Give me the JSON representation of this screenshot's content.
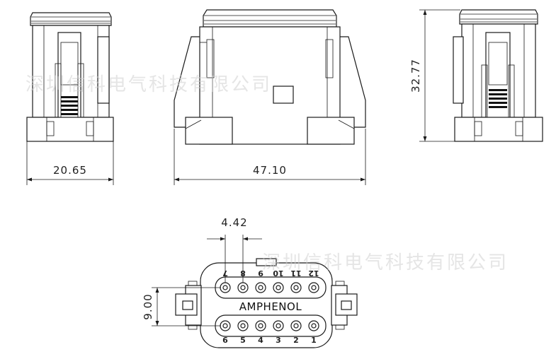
{
  "dimensions": {
    "left_view_width": "20.65",
    "front_view_width": "47.10",
    "right_view_height": "32.77",
    "pin_pitch": "4.42",
    "face_height": "9.00"
  },
  "face": {
    "brand": "AMPHENOL",
    "top_row_labels": [
      "7",
      "8",
      "9",
      "10",
      "11",
      "12"
    ],
    "bottom_row_labels": [
      "6",
      "5",
      "4",
      "3",
      "2",
      "1"
    ]
  },
  "watermarks": [
    "深圳信科电气科技有限公司",
    "深圳信科电气科技有限公司"
  ],
  "colors": {
    "line": "#1a1a1a",
    "watermark": "#cfcfcf"
  }
}
